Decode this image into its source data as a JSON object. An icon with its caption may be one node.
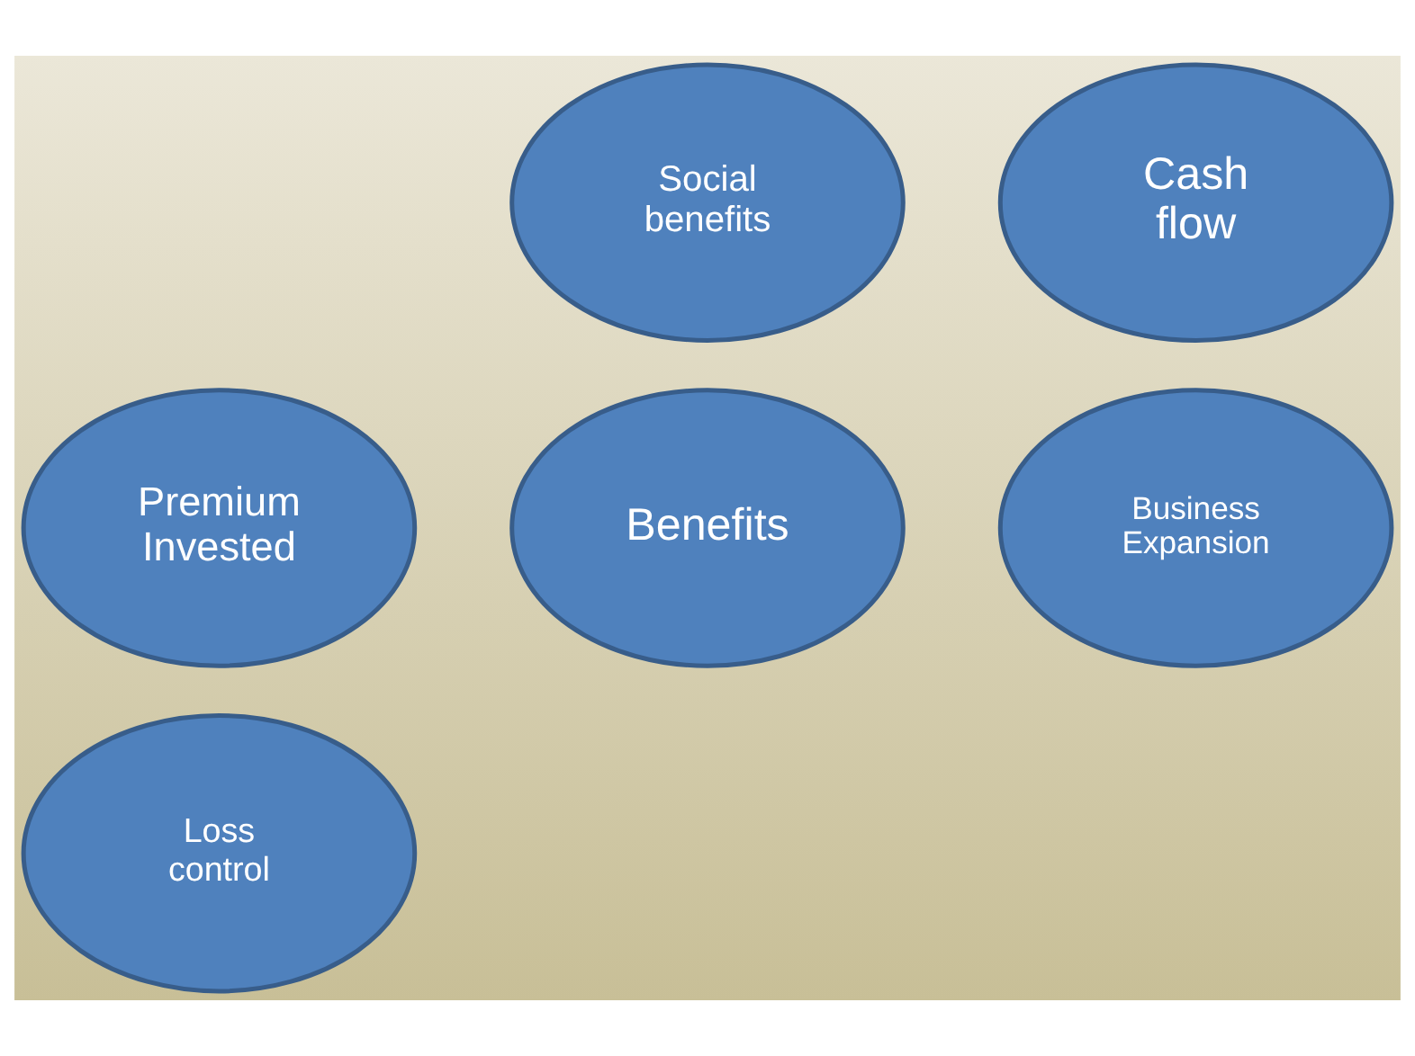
{
  "diagram": {
    "nodes": [
      {
        "text": [
          "Social benefits"
        ]
      },
      {
        "text": [
          "Cash flow"
        ]
      },
      {
        "text": [
          "Benefits"
        ]
      },
      {
        "text": [
          "Premium Invested"
        ]
      },
      {
        "text": [
          "Business Expansion"
        ]
      },
      {
        "text": [
          "Loss control"
        ]
      }
    ],
    "edges": []
  }
}
